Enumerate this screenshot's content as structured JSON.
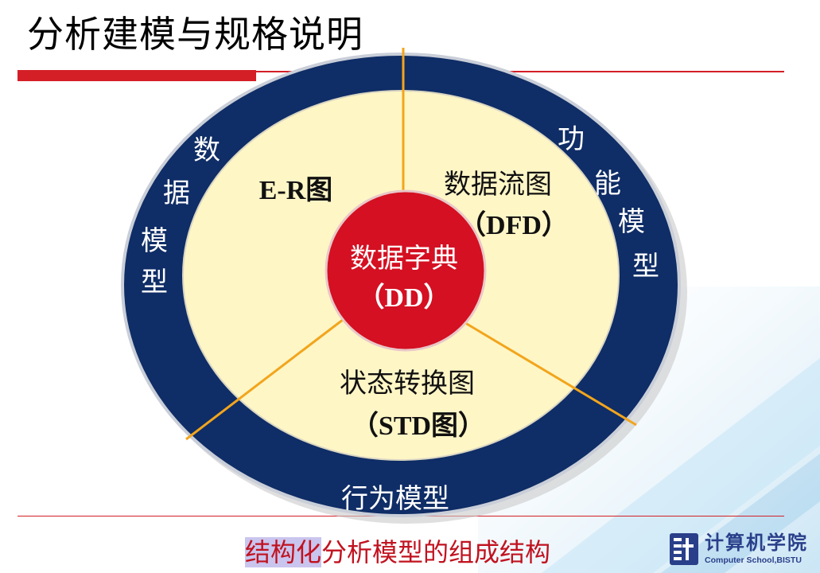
{
  "slide": {
    "title": "分析建模与规格说明"
  },
  "diagram": {
    "center": {
      "label": "数据字典",
      "sub": "（DD）"
    },
    "sections": {
      "er": {
        "label": "E-R图"
      },
      "dfd": {
        "label": "数据流图",
        "sub": "（DFD）"
      },
      "std": {
        "label": "状态转换图",
        "sub": "（STD图）"
      }
    },
    "ring": {
      "data_model": [
        "数",
        "据",
        "模",
        "型"
      ],
      "function_model": [
        "功",
        "能",
        "模",
        "型"
      ],
      "behavior_model": "行为模型"
    },
    "colors": {
      "ring": "#0f2d66",
      "inner": "#fff6c6",
      "center": "#d41022",
      "divider": "#f2a51c",
      "accent_red": "#d41f26"
    }
  },
  "caption": {
    "highlight": "结构化",
    "rest": "分析模型的组成结构"
  },
  "logo": {
    "cn": "计算机学院",
    "en": "Computer School,BISTU"
  }
}
